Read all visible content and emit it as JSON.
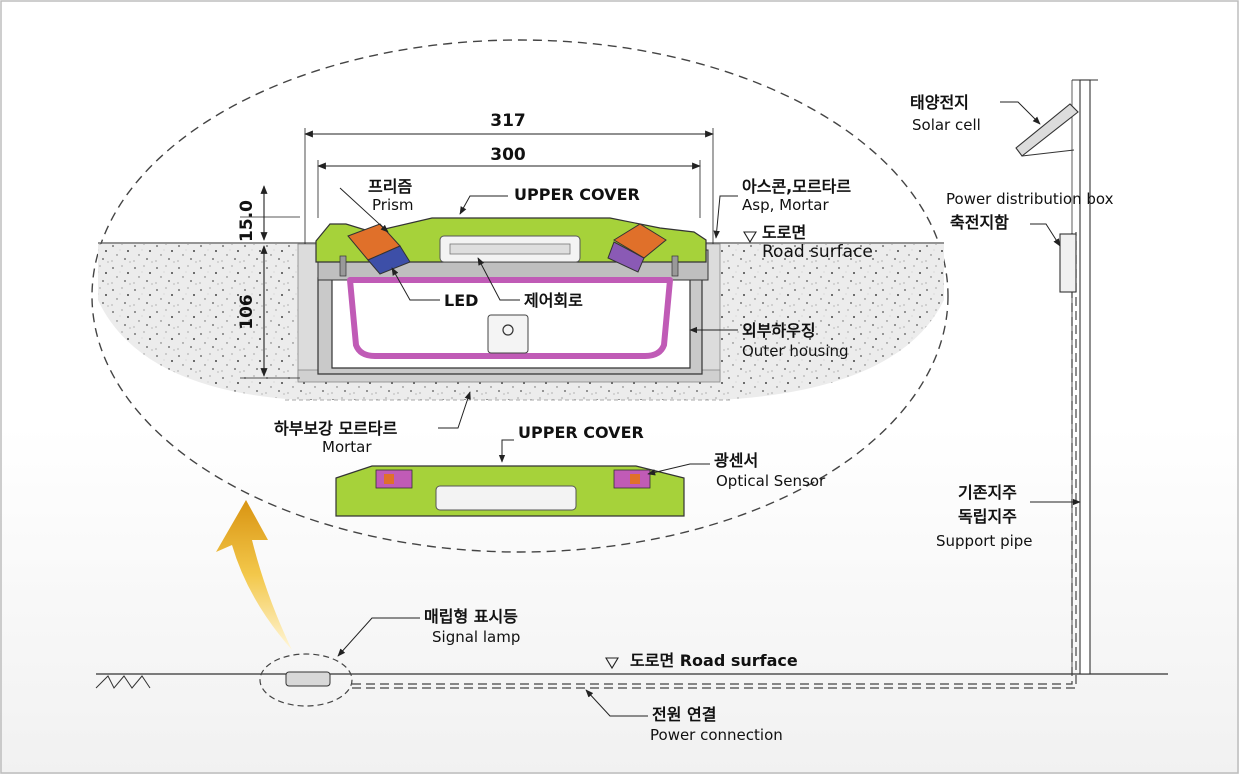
{
  "dimensions": {
    "outer_width": "317",
    "inner_width": "300",
    "height_top": "15.0",
    "height_main": "106"
  },
  "labels": {
    "prism_ko": "프리즘",
    "prism_en": "Prism",
    "upper_cover_1": "UPPER COVER",
    "asp_ko": "아스콘,모르타르",
    "asp_en": "Asp, Mortar",
    "road_ko": "도로면",
    "road_en": "Road surface",
    "led": "LED",
    "control_ko": "제어회로",
    "housing_ko": "외부하우징",
    "housing_en": "Outer housing",
    "mortar_ko": "하부보강 모르타르",
    "mortar_en": "Mortar",
    "upper_cover_2": "UPPER COVER",
    "sensor_ko": "광센서",
    "sensor_en": "Optical Sensor",
    "solar_ko": "태양전지",
    "solar_en": "Solar cell",
    "power_box_en": "Power distribution box",
    "power_box_ko": "축전지함",
    "support_ko_1": "기존지주",
    "support_ko_2": "독립지주",
    "support_en": "Support pipe",
    "signal_ko": "매립형 표시등",
    "signal_en": "Signal lamp",
    "ground_road": "도로면 Road surface",
    "power_ko": "전원 연결",
    "power_en": "Power connection"
  },
  "colors": {
    "cover_green": "#a6d23a",
    "prism_orange": "#e0702a",
    "led_blue": "#3d4fa8",
    "housing_pink": "#c05bb6",
    "arrow_gold": "#e3a51c",
    "concrete": "#e6e6e6"
  }
}
